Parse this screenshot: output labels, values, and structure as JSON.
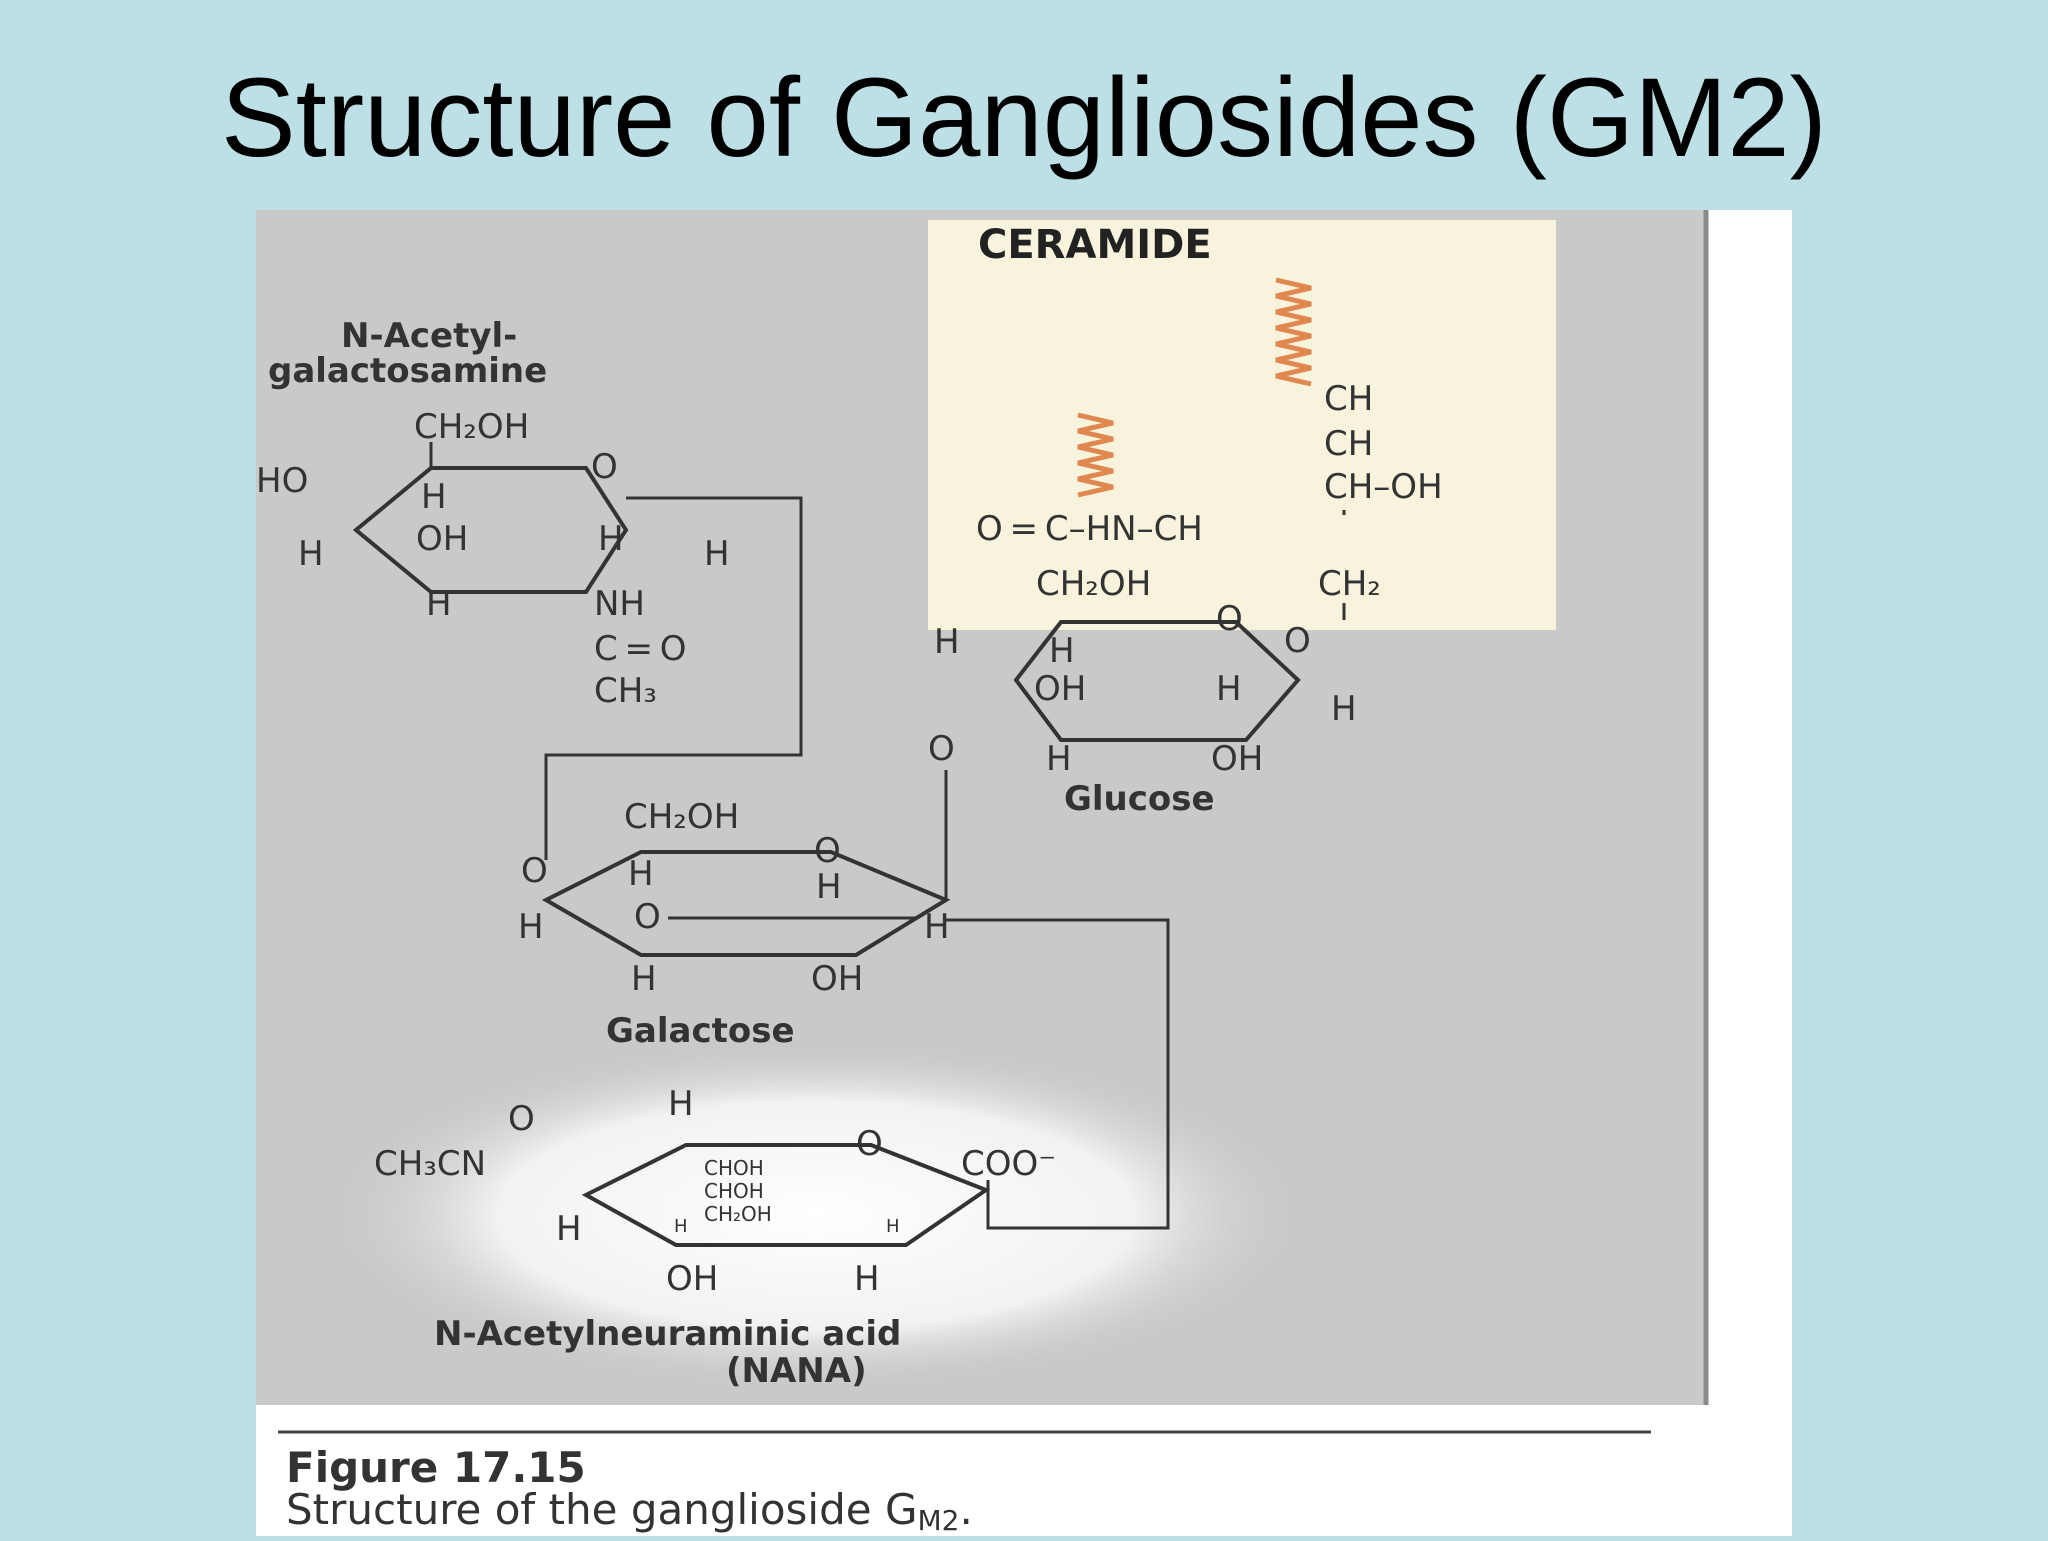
{
  "slide": {
    "title": "Structure of Gangliosides (GM2)"
  },
  "diagram": {
    "ceramide": {
      "heading": "CERAMIDE",
      "chain": [
        "CH",
        "CH",
        "CH–OH",
        "O = C–HN–CH",
        "CH₂"
      ]
    },
    "galnac": {
      "name_line1": "N-Acetyl-",
      "name_line2": "galactosamine",
      "ch2oh": "CH₂OH",
      "ring_o": "O",
      "ho": "HO",
      "h_upper": "H",
      "oh": "OH",
      "h_mid": "H",
      "h_left": "H",
      "h_right": "H",
      "h_bottom": "H",
      "nh": "NH",
      "co": "C = O",
      "ch3": "CH₃"
    },
    "glucose": {
      "name": "Glucose",
      "ch2oh": "CH₂OH",
      "ring_o": "O",
      "o_link": "O",
      "h_outer": "H",
      "h_upper": "H",
      "oh": "OH",
      "h_mid": "H",
      "h_right": "H",
      "bridge_o": "O",
      "h_bottom": "H",
      "oh_bottom": "OH"
    },
    "galactose": {
      "name": "Galactose",
      "ch2oh": "CH₂OH",
      "ring_o": "O",
      "o_left": "O",
      "h_upper": "H",
      "h_mid": "H",
      "h_left": "H",
      "o_inner": "O",
      "h_right": "H",
      "h_bottom": "H",
      "oh_bottom": "OH"
    },
    "nana": {
      "name_line1": "N-Acetylneuraminic acid",
      "name_line2": "(NANA)",
      "o_top": "O",
      "ch3cn": "CH₃CN",
      "h_top": "H",
      "ring_o": "O",
      "side1": "CHOH",
      "side2": "CHOH",
      "side3": "CH₂OH",
      "coo": "COO⁻",
      "h_left": "H",
      "h_in1": "H",
      "h_in2": "H",
      "oh": "OH",
      "h_bottom": "H"
    },
    "caption": {
      "label": "Figure 17.15",
      "text": "Structure of the ganglioside G",
      "sub": "M2",
      "end": "."
    },
    "colors": {
      "page_bg": "#bde0e6",
      "figure_bg": "#c9c9c7",
      "ceramide_bg": "#f7f3dd",
      "fatty_chain": "#e08850",
      "nana_glow": "#ffffff"
    }
  }
}
